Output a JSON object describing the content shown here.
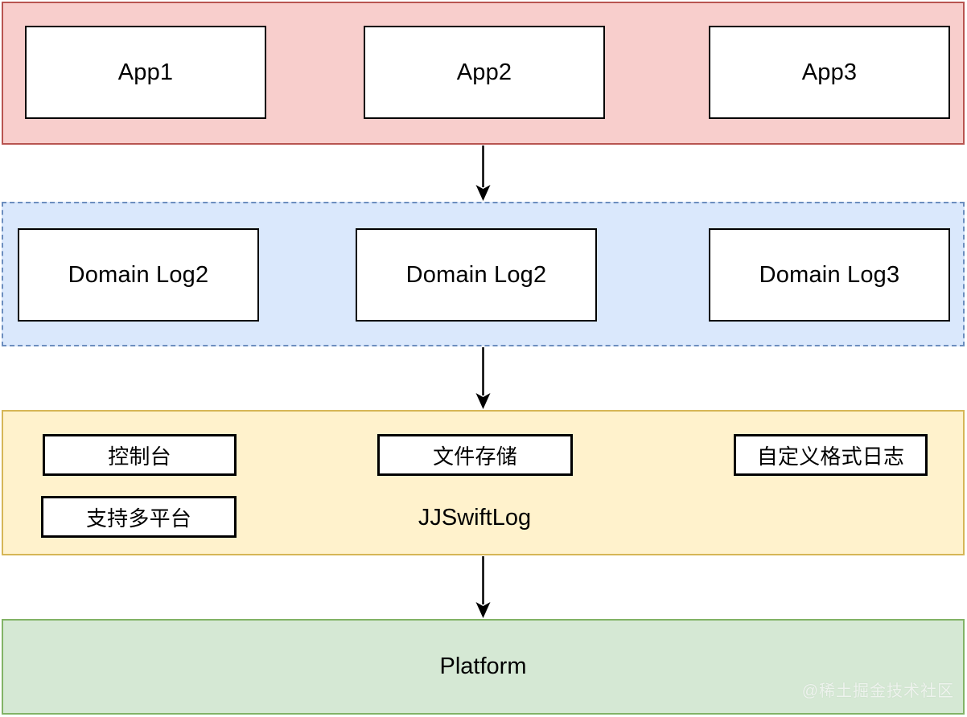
{
  "diagram": {
    "app_layer": {
      "fill": "#f8cecc",
      "border": "#b85450",
      "boxes": [
        {
          "label": "App1"
        },
        {
          "label": "App2"
        },
        {
          "label": "App3"
        }
      ]
    },
    "domain_layer": {
      "fill": "#dae8fc",
      "border": "#6c8ebf",
      "boxes": [
        {
          "label": "Domain Log2"
        },
        {
          "label": "Domain Log2"
        },
        {
          "label": "Domain Log3"
        }
      ]
    },
    "log_layer": {
      "fill": "#fff2cc",
      "border": "#d6b656",
      "title": "JJSwiftLog",
      "boxes": [
        {
          "label": "控制台"
        },
        {
          "label": "文件存储"
        },
        {
          "label": "自定义格式日志"
        },
        {
          "label": "支持多平台"
        }
      ]
    },
    "platform_layer": {
      "fill": "#d5e8d4",
      "border": "#82b366",
      "label": "Platform"
    },
    "arrow_color": "#000000",
    "watermark": "@稀土掘金技术社区"
  }
}
